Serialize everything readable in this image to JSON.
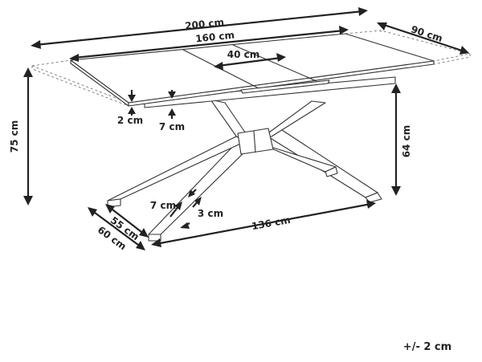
{
  "diagram": {
    "dimensions": {
      "length_extended": "200 cm",
      "length_closed": "160 cm",
      "extension_leaf": "40 cm",
      "depth": "90 cm",
      "total_height": "75 cm",
      "leg_height": "64 cm",
      "top_thickness": "2 cm",
      "apron_height": "7 cm",
      "base_length": "136 cm",
      "foot_width_outer": "60 cm",
      "foot_width_inner": "55 cm",
      "leg_width": "7 cm",
      "leg_thickness": "3 cm"
    },
    "tolerance": "+/- 2 cm"
  }
}
